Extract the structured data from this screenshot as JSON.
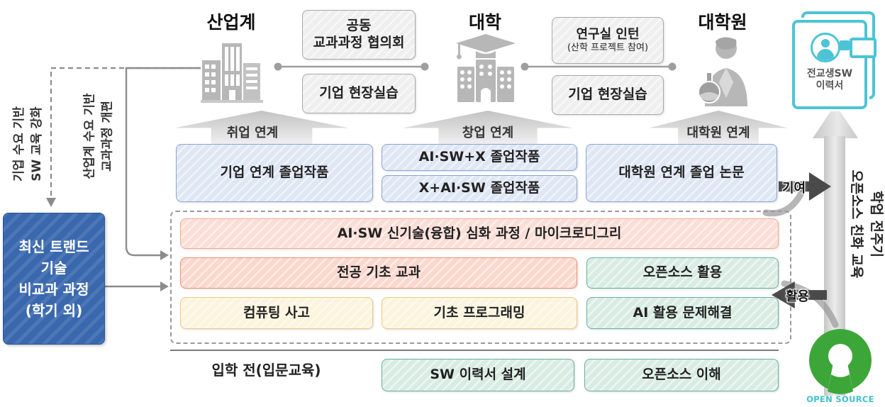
{
  "diagram": {
    "left": {
      "vlabel1": [
        "기업 수요 기반",
        "SW 교육 강화"
      ],
      "vlabel2": [
        "산업계 수요 기반",
        "교과과정 개편"
      ],
      "trend_box": [
        "최신 트랜드",
        "기술",
        "비교과 과정",
        "(학기 외)"
      ]
    },
    "headers": {
      "industry": "산업계",
      "university": "대학",
      "grad_school": "대학원"
    },
    "top_boxes": {
      "council": [
        "공동",
        "교과과정 협의회"
      ],
      "field_training_1": "기업 현장실습",
      "lab_intern": [
        "연구실 인턴",
        "(산학 프로젝트 참여)"
      ],
      "field_training_2": "기업 현장실습"
    },
    "link_arrows": {
      "job": "취업 연계",
      "startup": "창업 연계",
      "grad": "대학원 연계"
    },
    "capstone": {
      "industry_capstone": "기업 연계 졸업작품",
      "aisw_x_capstone": "AI·SW+X 졸업작품",
      "x_aisw_capstone": "X+AI·SW 졸업작품",
      "grad_thesis": "대학원 연계 졸업 논문"
    },
    "curriculum": {
      "advanced": "AI·SW 신기술(융합) 심화 과정 / 마이크로디그리",
      "major_basic": "전공 기초 교과",
      "oss_use": "오픈소스 활용",
      "computing_thinking": "컴퓨팅 사고",
      "basic_programming": "기초 프로그래밍",
      "ai_problem_solving": "AI 활용 문제해결"
    },
    "bottom": {
      "pre_admission_label": "입학 전(입문교육)",
      "sw_resume_design": "SW 이력서 설계",
      "oss_understanding": "오픈소스 이해"
    },
    "right": {
      "resume_icon_label": [
        "전교생SW",
        "이력서"
      ],
      "contribute": "기여",
      "utilize": "활용",
      "vlabel": [
        "학업 전주기",
        "오픈소스 친화 교육"
      ],
      "osi_label": "OPEN SOURCE"
    },
    "colors": {
      "trend_blue": "#3a68ae",
      "light_blue_fill": "#dfe6f4",
      "light_blue_border": "#8aa6d3",
      "pink_fill": "#fcded7",
      "pink_border": "#ee8e70",
      "yellow_fill": "#fdf4dd",
      "yellow_border": "#ecc87d",
      "green_fill": "#d9ece4",
      "green_border": "#63b29d",
      "gray_connector": "#8c8c8c",
      "cyan_icon": "#4cc4d6",
      "osi_green": "#3da639",
      "osi_text": "#3fc1c9",
      "dark_arrow": "#4a4a4a"
    }
  }
}
